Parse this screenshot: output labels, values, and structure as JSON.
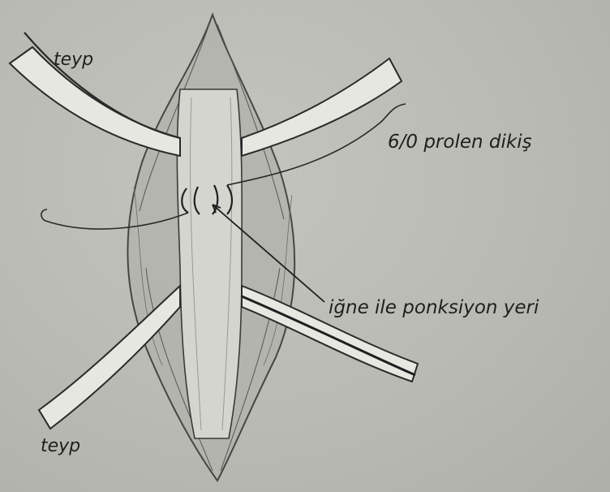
{
  "labels": {
    "tape_top": "teyp",
    "tape_bottom": "teyp",
    "suture": "6/0 prolen dikiş",
    "puncture": "iğne ile ponksiyon yeri"
  },
  "colors": {
    "paper": "#bdbeb7",
    "pencil": "#2a2a2a",
    "vessel_fill": "#d4d5cf"
  }
}
